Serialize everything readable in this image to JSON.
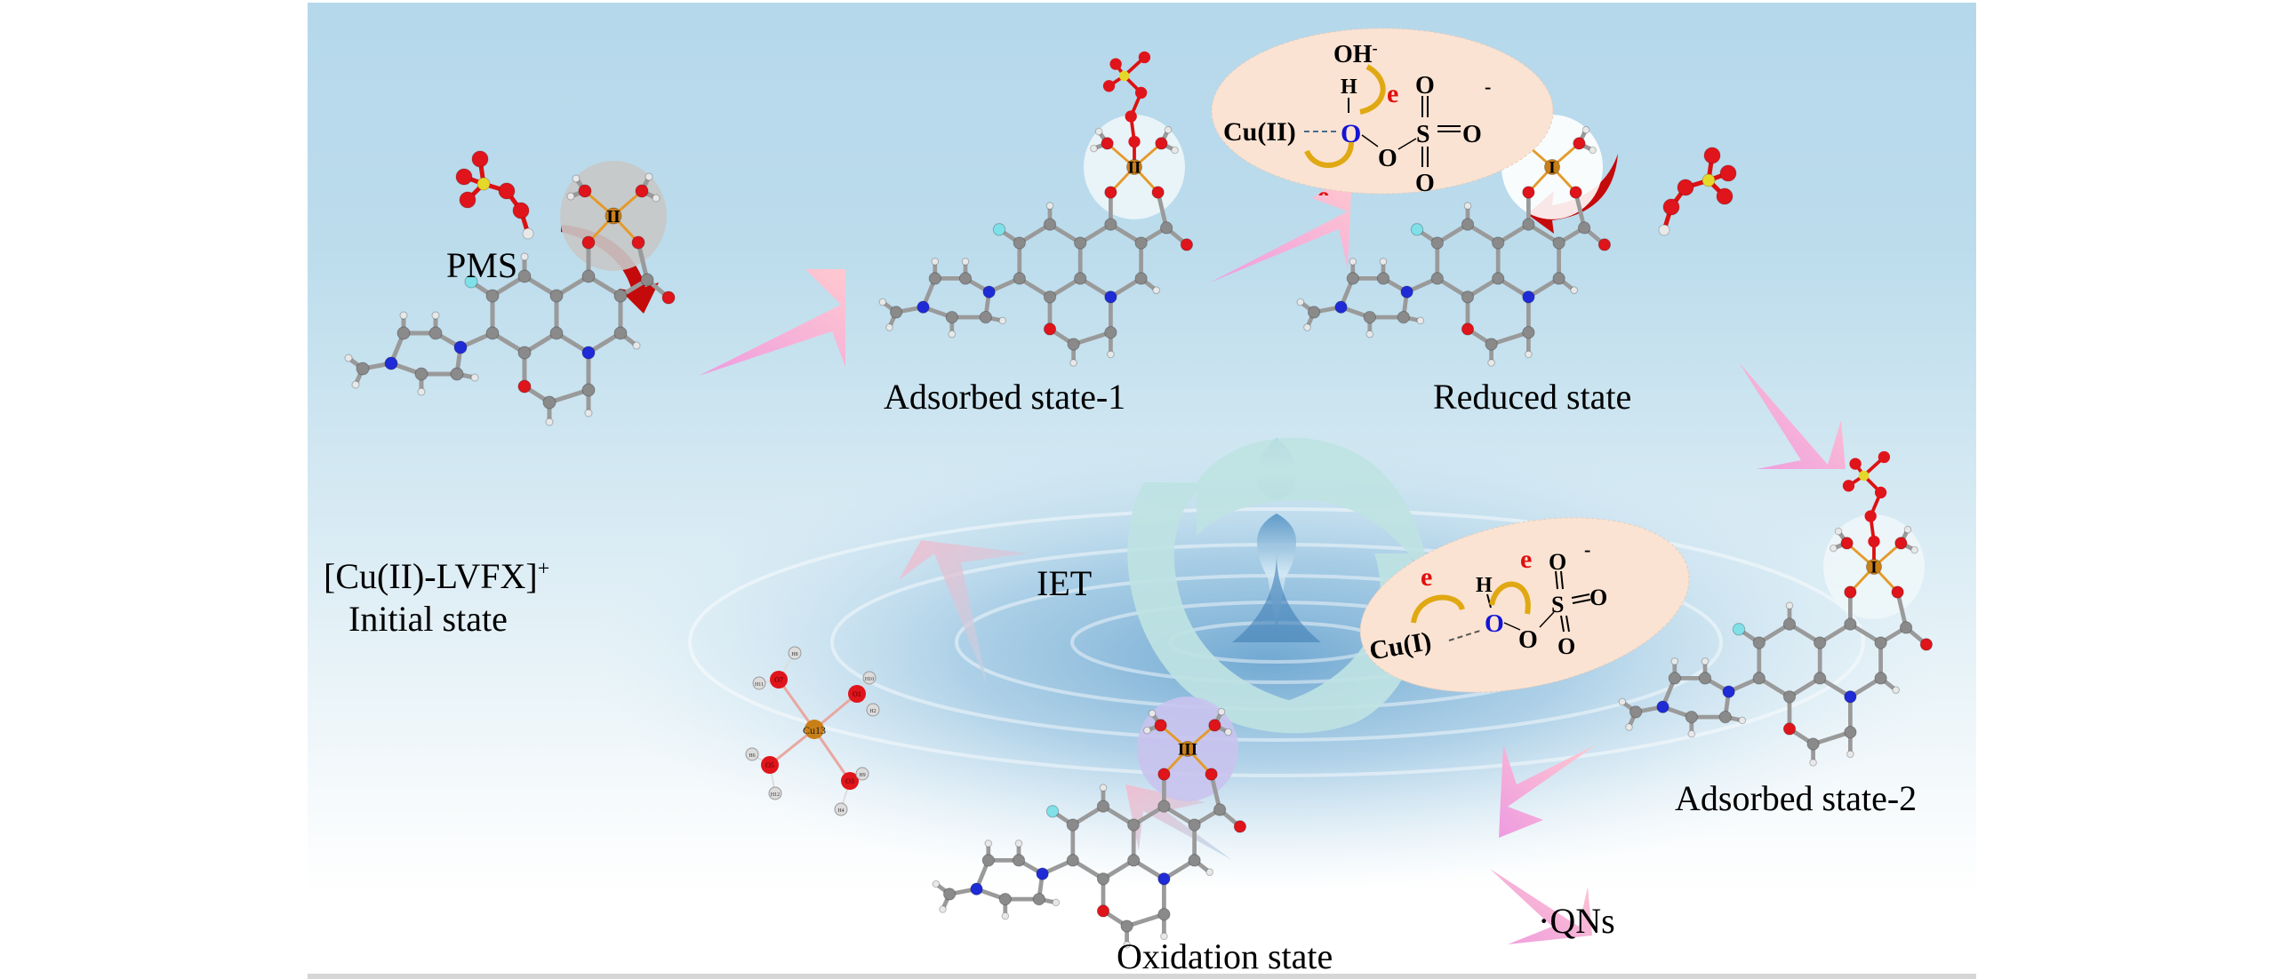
{
  "figure": {
    "type": "reaction-mechanism-cycle",
    "center_label": "IET",
    "reagent_label": "PMS",
    "states": [
      {
        "id": "initial",
        "title": "[Cu(II)-LVFX]",
        "title_superscript": "+",
        "subtitle": "Initial state",
        "cu_oxidation_label": "II"
      },
      {
        "id": "adsorbed-1",
        "title": "Adsorbed state-1",
        "cu_oxidation_label": "II"
      },
      {
        "id": "reduced",
        "title": "Reduced state",
        "cu_oxidation_label": "I"
      },
      {
        "id": "adsorbed-2",
        "title": "Adsorbed state-2",
        "cu_oxidation_label": "I"
      },
      {
        "id": "oxidation",
        "title": "Oxidation state",
        "cu_oxidation_label": "III"
      }
    ],
    "product_label": "·QNs",
    "hydrated_cluster": {
      "center": "Cu13",
      "oxygens": [
        "O7",
        "O1",
        "O5",
        "O3"
      ],
      "hydrogens": [
        "H8",
        "H11",
        "H10",
        "H2",
        "H6",
        "H12",
        "H9",
        "H4"
      ]
    },
    "bubble_top": {
      "metal": "Cu(II)",
      "hydroxide": "OH",
      "hydroxide_charge": "-",
      "h_atom": "H",
      "o_center": "O",
      "o_bridge": "O",
      "sulfur": "S",
      "o_terminal": [
        "O",
        "O",
        "O"
      ],
      "charge": "-",
      "electron_labels": [
        "e",
        "e"
      ]
    },
    "bubble_bottom": {
      "metal": "Cu(I)",
      "h_atom": "H",
      "o_center": "O",
      "o_bridge": "O",
      "sulfur": "S",
      "o_terminal": [
        "O",
        "O",
        "O"
      ],
      "charge": "-",
      "electron_labels": [
        "e",
        "e"
      ]
    },
    "colors": {
      "oxygen": "#e0141b",
      "carbon": "#8a8a8a",
      "nitrogen": "#1f2bd6",
      "hydrogen": "#e8e8e8",
      "fluorine": "#7fe0e8",
      "sulfur": "#e6d82a",
      "copper": "#c97f18",
      "electron": "#e01010",
      "electron_arrow": "#e0a812",
      "cycle_arrow": "#f4a9d8",
      "bubble": "#fbe3d3",
      "highlight_initial": "#c8c8c8",
      "highlight_oxidation": "#c9c3ee",
      "teal_ring": "#bfe3e3"
    }
  }
}
